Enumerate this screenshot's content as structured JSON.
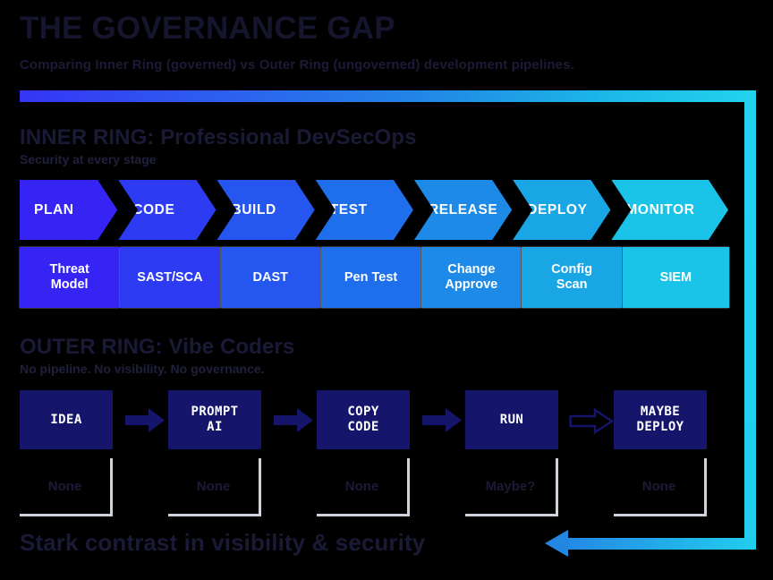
{
  "header": {
    "title": "THE GOVERNANCE GAP",
    "subtitle": "Comparing Inner Ring (governed) vs Outer Ring (ungoverned) development pipelines."
  },
  "colors": {
    "background": "#000000",
    "title_navy": "#15152e",
    "gradient_start": "#3535f5",
    "gradient_end": "#22d3ee",
    "outer_box": "#15156b",
    "gate_border": "#cfd3dd",
    "tile_text": "#ffffff"
  },
  "inner_ring": {
    "title": "INNER RING: Professional DevSecOps",
    "subtitle": "Security at every stage",
    "stages": [
      {
        "label": "PLAN",
        "color": "#3524f3",
        "security": "Threat\nModel",
        "security_color": "#3524f3"
      },
      {
        "label": "CODE",
        "color": "#2d3cf2",
        "security": "SAST/SCA",
        "security_color": "#2d3cf2"
      },
      {
        "label": "BUILD",
        "color": "#2556f0",
        "security": "DAST",
        "security_color": "#2556f0"
      },
      {
        "label": "TEST",
        "color": "#1f6fec",
        "security": "Pen Test",
        "security_color": "#1f6fec"
      },
      {
        "label": "RELEASE",
        "color": "#1c8ae6",
        "security": "Change\nApprove",
        "security_color": "#1c8ae6"
      },
      {
        "label": "DEPLOY",
        "color": "#19a6e4",
        "security": "Config\nScan",
        "security_color": "#19a6e4"
      },
      {
        "label": "MONITOR",
        "color": "#1ac3e8",
        "security": "SIEM",
        "security_color": "#1ac3e8"
      }
    ]
  },
  "outer_ring": {
    "title": "OUTER RING: Vibe Coders",
    "subtitle": "No pipeline. No visibility. No governance.",
    "steps": [
      {
        "label": "IDEA",
        "gate": "None",
        "arrow_after": "filled"
      },
      {
        "label": "PROMPT\nAI",
        "gate": "None",
        "arrow_after": "filled"
      },
      {
        "label": "COPY\nCODE",
        "gate": "None",
        "arrow_after": "filled"
      },
      {
        "label": "RUN",
        "gate": "Maybe?",
        "arrow_after": "hollow"
      },
      {
        "label": "MAYBE\nDEPLOY",
        "gate": "None",
        "arrow_after": "none"
      }
    ]
  },
  "footer": {
    "text": "Stark contrast in visibility & security",
    "arrow_icon": "arrow-left-icon"
  }
}
